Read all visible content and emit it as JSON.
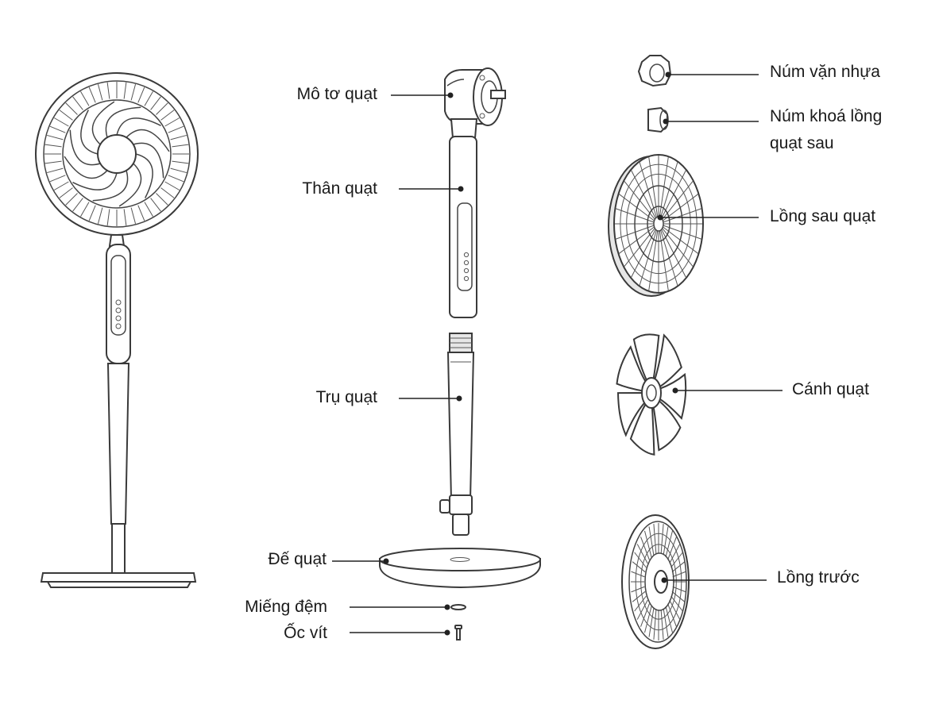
{
  "diagram": {
    "labels": {
      "motor": "Mô tơ quạt",
      "body": "Thân quạt",
      "pole": "Trụ quạt",
      "base": "Đế quạt",
      "washer": "Miếng đệm",
      "screw": "Ốc vít",
      "plastic_knob": "Núm vặn nhựa",
      "rear_lock_knob_line1": "Núm khoá lồng",
      "rear_lock_knob_line2": "quạt sau",
      "rear_cage": "Lồng sau quạt",
      "blade": "Cánh quạt",
      "front_cage": "Lồng trước"
    },
    "colors": {
      "line": "#222222",
      "outline": "#3a3a3a",
      "background": "#ffffff"
    }
  }
}
